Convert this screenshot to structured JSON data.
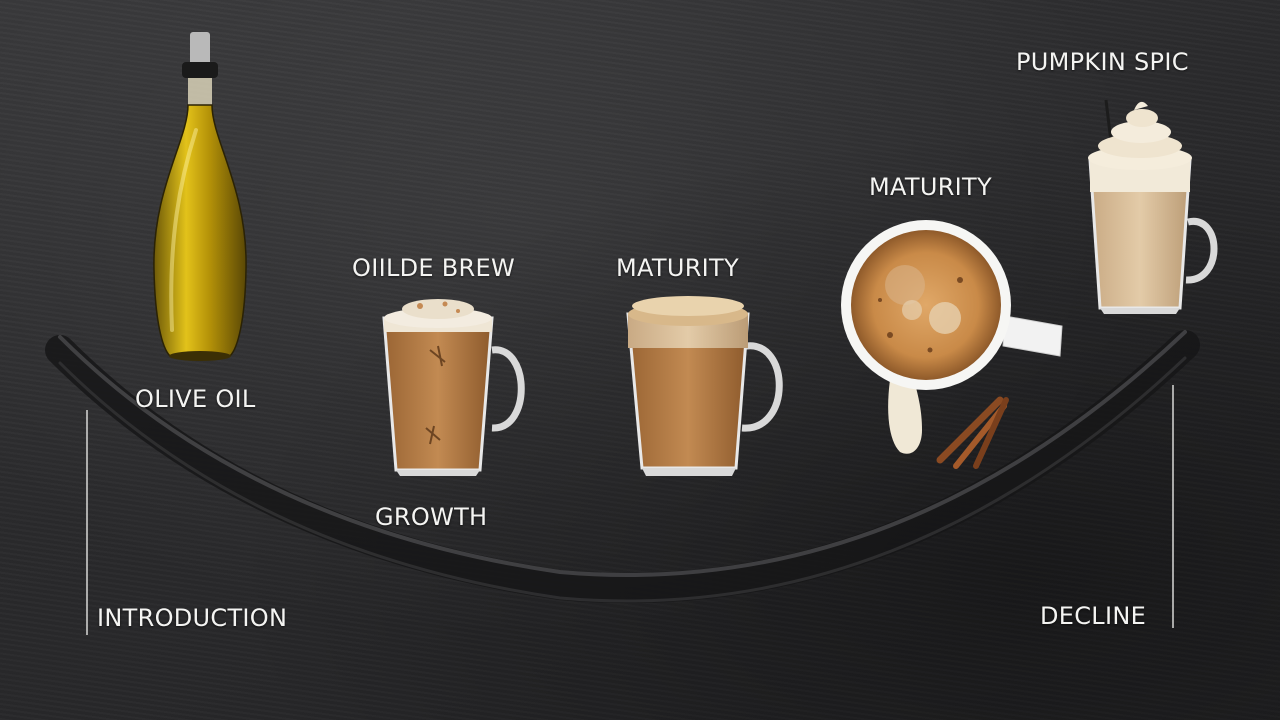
{
  "stages": {
    "introduction": "INTRODUCTION",
    "growth": "GROWTH",
    "maturity_upper": "MATURITY",
    "maturity_lower": "MATURITY",
    "decline": "DECLINE"
  },
  "products": {
    "olive_oil": "OLIVE OIL",
    "cold_brew": "OIILDE BREW",
    "pumpkin_spice": "PUMPKIN SPIC"
  },
  "colors": {
    "background": "#2b2b2d",
    "text": "#f4f4f2",
    "oil": "#d8b40a",
    "coffee": "#b07a45",
    "foam": "#efe4cf"
  }
}
